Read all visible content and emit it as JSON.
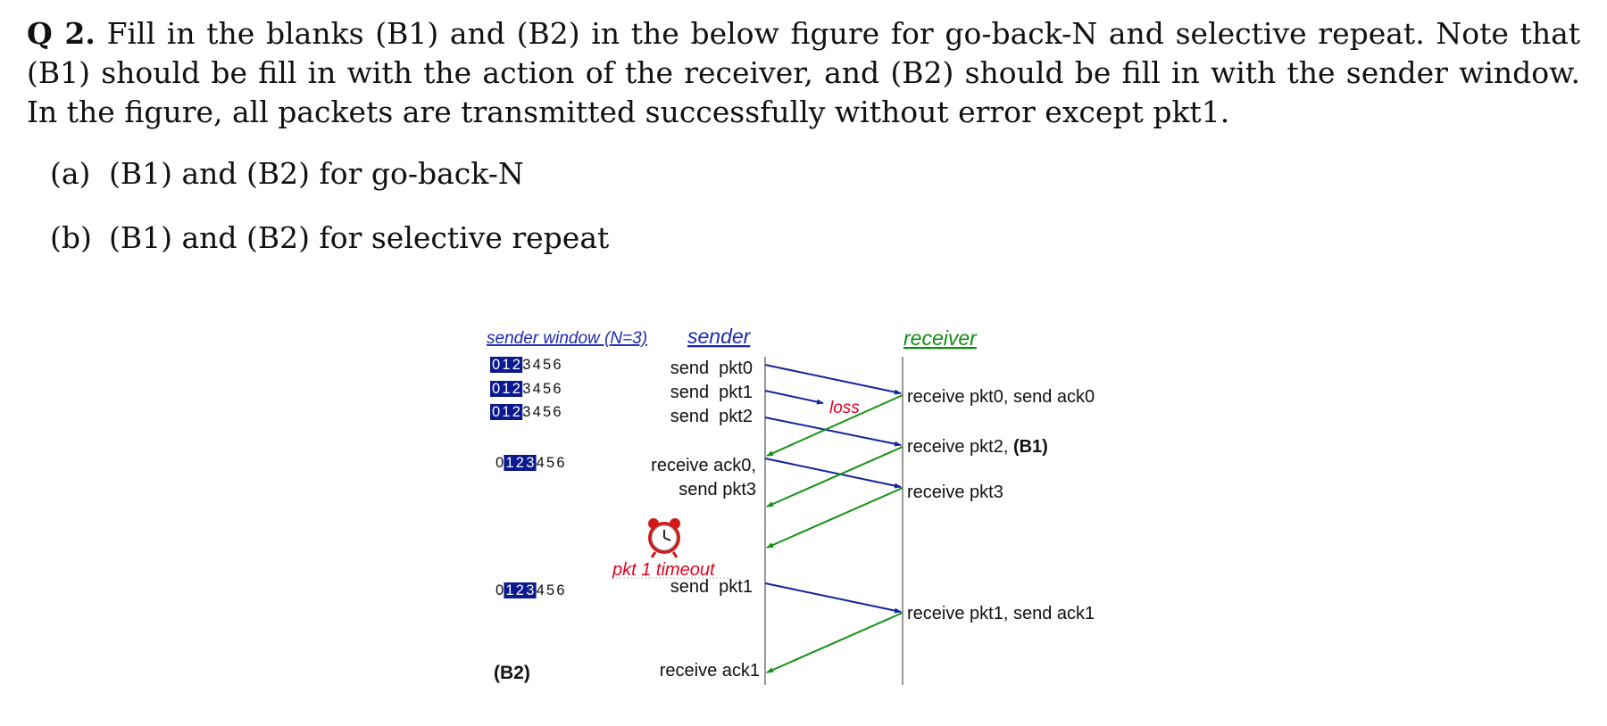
{
  "question": {
    "number": "Q 2.",
    "text": "Fill in the blanks (B1) and (B2) in the below figure for go-back-N and selective repeat. Note that (B1) should be fill in with the action of the receiver, and (B2) should be fill in with the sender window. In the figure, all packets are transmitted successfully without error except pkt1."
  },
  "parts": [
    {
      "label": "(a)",
      "text": "(B1) and (B2) for go-back-N"
    },
    {
      "label": "(b)",
      "text": "(B1) and (B2) for selective repeat"
    }
  ],
  "figure": {
    "sender_window_header": "sender window (N=3)",
    "sender_header": "sender",
    "receiver_header": "receiver",
    "loss_label": "loss",
    "timeout_label": "pkt 1 timeout",
    "b2_label": "(B2)",
    "windows": [
      {
        "digits": [
          "0",
          "1",
          "2",
          "3",
          "4",
          "5",
          "6"
        ],
        "highlight": [
          0,
          1,
          2
        ]
      },
      {
        "digits": [
          "0",
          "1",
          "2",
          "3",
          "4",
          "5",
          "6"
        ],
        "highlight": [
          0,
          1,
          2
        ]
      },
      {
        "digits": [
          "0",
          "1",
          "2",
          "3",
          "4",
          "5",
          "6"
        ],
        "highlight": [
          0,
          1,
          2
        ]
      },
      {
        "digits": [
          "0",
          "1",
          "2",
          "3",
          "4",
          "5",
          "6"
        ],
        "highlight": [
          1,
          2,
          3
        ]
      },
      {
        "digits": [
          "0",
          "1",
          "2",
          "3",
          "4",
          "5",
          "6"
        ],
        "highlight": [
          1,
          2,
          3
        ]
      }
    ],
    "sender_events": [
      "send  pkt0",
      "send  pkt1",
      "send  pkt2",
      "receive ack0,",
      "send pkt3",
      "send  pkt1",
      "receive ack1"
    ],
    "receiver_events": [
      "receive pkt0, send ack0",
      "receive pkt2, ",
      "receive pkt3",
      "receive pkt1, send ack1"
    ],
    "b1_label": "(B1)",
    "colors": {
      "data_arrow": "#13239c",
      "ack_arrow": "#149114",
      "loss": "#e8001e",
      "window_fill": "#0b1a8e"
    }
  }
}
